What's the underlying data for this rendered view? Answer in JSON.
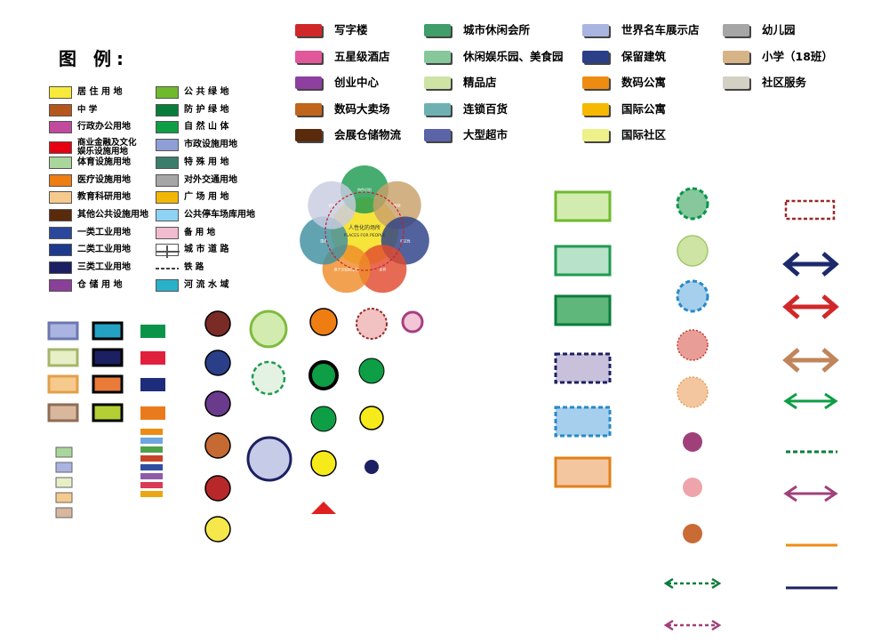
{
  "title": "图  例:",
  "legend_left": [
    {
      "label": "居 住 用 地",
      "color": "#f7ea3a"
    },
    {
      "label": "中          学",
      "color": "#b5561a"
    },
    {
      "label": "行政办公用地",
      "color": "#c14a9e"
    },
    {
      "label": "商业金融及文化娱乐设施用地",
      "color": "#e60012"
    },
    {
      "label": "体育设施用地",
      "color": "#a9d69a"
    },
    {
      "label": "医疗设施用地",
      "color": "#ee7d12"
    },
    {
      "label": "教育科研用地",
      "color": "#f6c98d"
    },
    {
      "label": "其他公共设施用地",
      "color": "#5a2a0c"
    },
    {
      "label": "一类工业用地",
      "color": "#2b479b"
    },
    {
      "label": "二类工业用地",
      "color": "#1d3a8c"
    },
    {
      "label": "三类工业用地",
      "color": "#1c2062"
    },
    {
      "label": "仓 储 用 地",
      "color": "#8a3f99"
    }
  ],
  "legend_mid": [
    {
      "label": "公 共 绿 地",
      "color": "#6fba2c"
    },
    {
      "label": "防 护 绿 地",
      "color": "#0a7d3b"
    },
    {
      "label": "自 然 山 体",
      "color": "#0e9e45"
    },
    {
      "label": "市政设施用地",
      "color": "#8f9ed6"
    },
    {
      "label": "特 殊 用 地",
      "color": "#3a7d6a"
    },
    {
      "label": "对外交通用地",
      "color": "#a6a6a6"
    },
    {
      "label": "广 场 用 地",
      "color": "#f2b705"
    },
    {
      "label": "公共停车场库用地",
      "color": "#8ed3f4"
    },
    {
      "label": "备    用    地",
      "color": "#f1bccf"
    },
    {
      "label": "城 市 道 路",
      "color": "road"
    },
    {
      "label": "铁          路",
      "color": "rail"
    },
    {
      "label": "河 流 水 域",
      "color": "#29b1c9"
    }
  ],
  "legend_top": [
    [
      {
        "label": "写字楼",
        "color": "#d0282a"
      },
      {
        "label": "五星级酒店",
        "color": "#e0579a"
      },
      {
        "label": "创业中心",
        "color": "#8e3fa0"
      },
      {
        "label": "数码大卖场",
        "color": "#c0651b"
      },
      {
        "label": "会展仓储物流",
        "color": "#5a2a0c"
      }
    ],
    [
      {
        "label": "城市休闲会所",
        "color": "#3f9e6a"
      },
      {
        "label": "休闲娱乐园、美食园",
        "color": "#86c79b"
      },
      {
        "label": "精品店",
        "color": "#cde4a5"
      },
      {
        "label": "连锁百货",
        "color": "#6fb1b3"
      },
      {
        "label": "大型超市",
        "color": "#5a64a6"
      }
    ],
    [
      {
        "label": "世界名车展示店",
        "color": "#a9b4e0"
      },
      {
        "label": "保留建筑",
        "color": "#2b3f88"
      },
      {
        "label": "数码公寓",
        "color": "#ee8c12"
      },
      {
        "label": "国际公寓",
        "color": "#f6b800"
      },
      {
        "label": "国际社区",
        "color": "#eef08a"
      }
    ],
    [
      {
        "label": "幼儿园",
        "color": "#a6a6a6"
      },
      {
        "label": "小学（18班）",
        "color": "#d7b487"
      },
      {
        "label": "社区服务",
        "color": "#d3d0c4"
      }
    ]
  ],
  "center_diagram": {
    "center_title": "人性化的场所",
    "center_subtitle": "PLACES FOR PEOPLE",
    "petals": [
      {
        "label": "特色识别",
        "color": "#1f9a50"
      },
      {
        "label": "连续",
        "color": "#c8a06a"
      },
      {
        "label": "可达性",
        "color": "#2b3f88"
      },
      {
        "label": "多样",
        "color": "#e24a2e"
      },
      {
        "label": "易于识别的空间",
        "color": "#ee8c2a"
      },
      {
        "label": "围合",
        "color": "#3f8fa0"
      },
      {
        "label": "步行",
        "color": "#c8cce0"
      }
    ]
  }
}
